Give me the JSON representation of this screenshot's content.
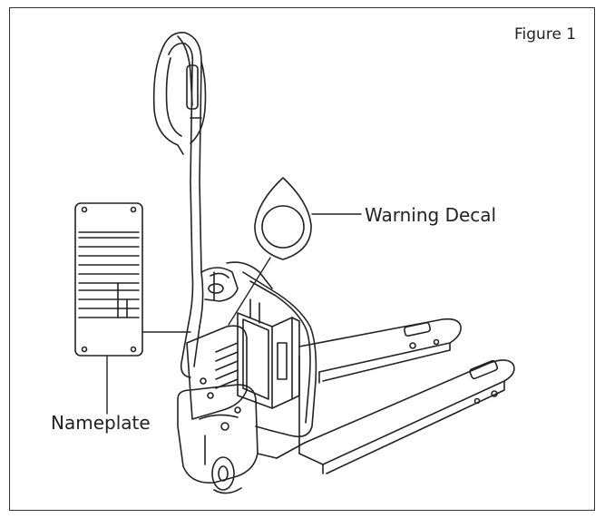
{
  "figure_label": "Figure 1",
  "callouts": {
    "warning_decal": "Warning Decal",
    "nameplate": "Nameplate"
  },
  "colors": {
    "line": "#222222",
    "background": "#ffffff"
  }
}
